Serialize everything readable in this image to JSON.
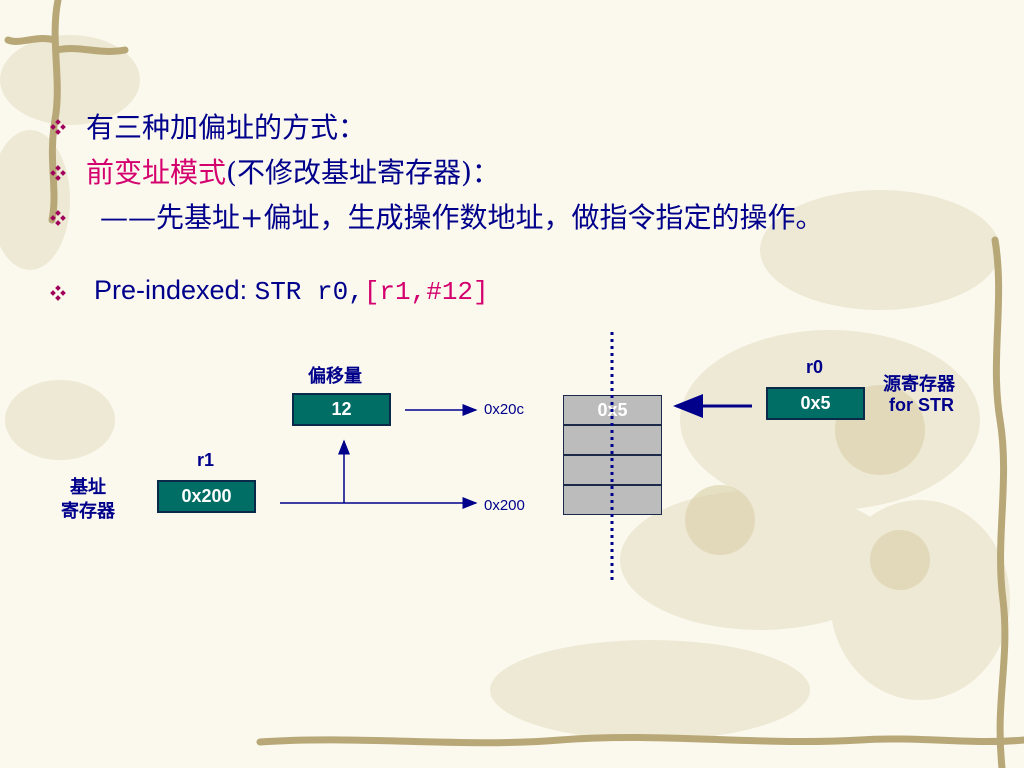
{
  "bullets": [
    {
      "text": "有三种加偏址的方式："
    },
    {
      "highlight": "前变址模式",
      "rest": "(不修改基址寄存器)："
    },
    {
      "text": "——先基址+偏址，生成操作数地址，做指令指定的操作。"
    },
    {
      "prefix": "Pre-indexed: ",
      "code_plain": "STR r0,",
      "code_highlight": "[r1,#12]"
    }
  ],
  "diagram": {
    "offset_label": "偏移量",
    "offset_value": "12",
    "r1_label": "r1",
    "r1_value": "0x200",
    "base_label_line1": "基址",
    "base_label_line2": "寄存器",
    "r0_label": "r0",
    "r0_value": "0x5",
    "source_label_line1": "源寄存器",
    "source_label_line2": "for STR",
    "addr_top": "0x20c",
    "addr_bottom": "0x200",
    "memory_cells": [
      "0x5",
      "",
      "",
      ""
    ]
  },
  "colors": {
    "text": "#00008b",
    "highlight": "#d4006e",
    "register": "#006e64",
    "memory": "#bcbcbc"
  }
}
